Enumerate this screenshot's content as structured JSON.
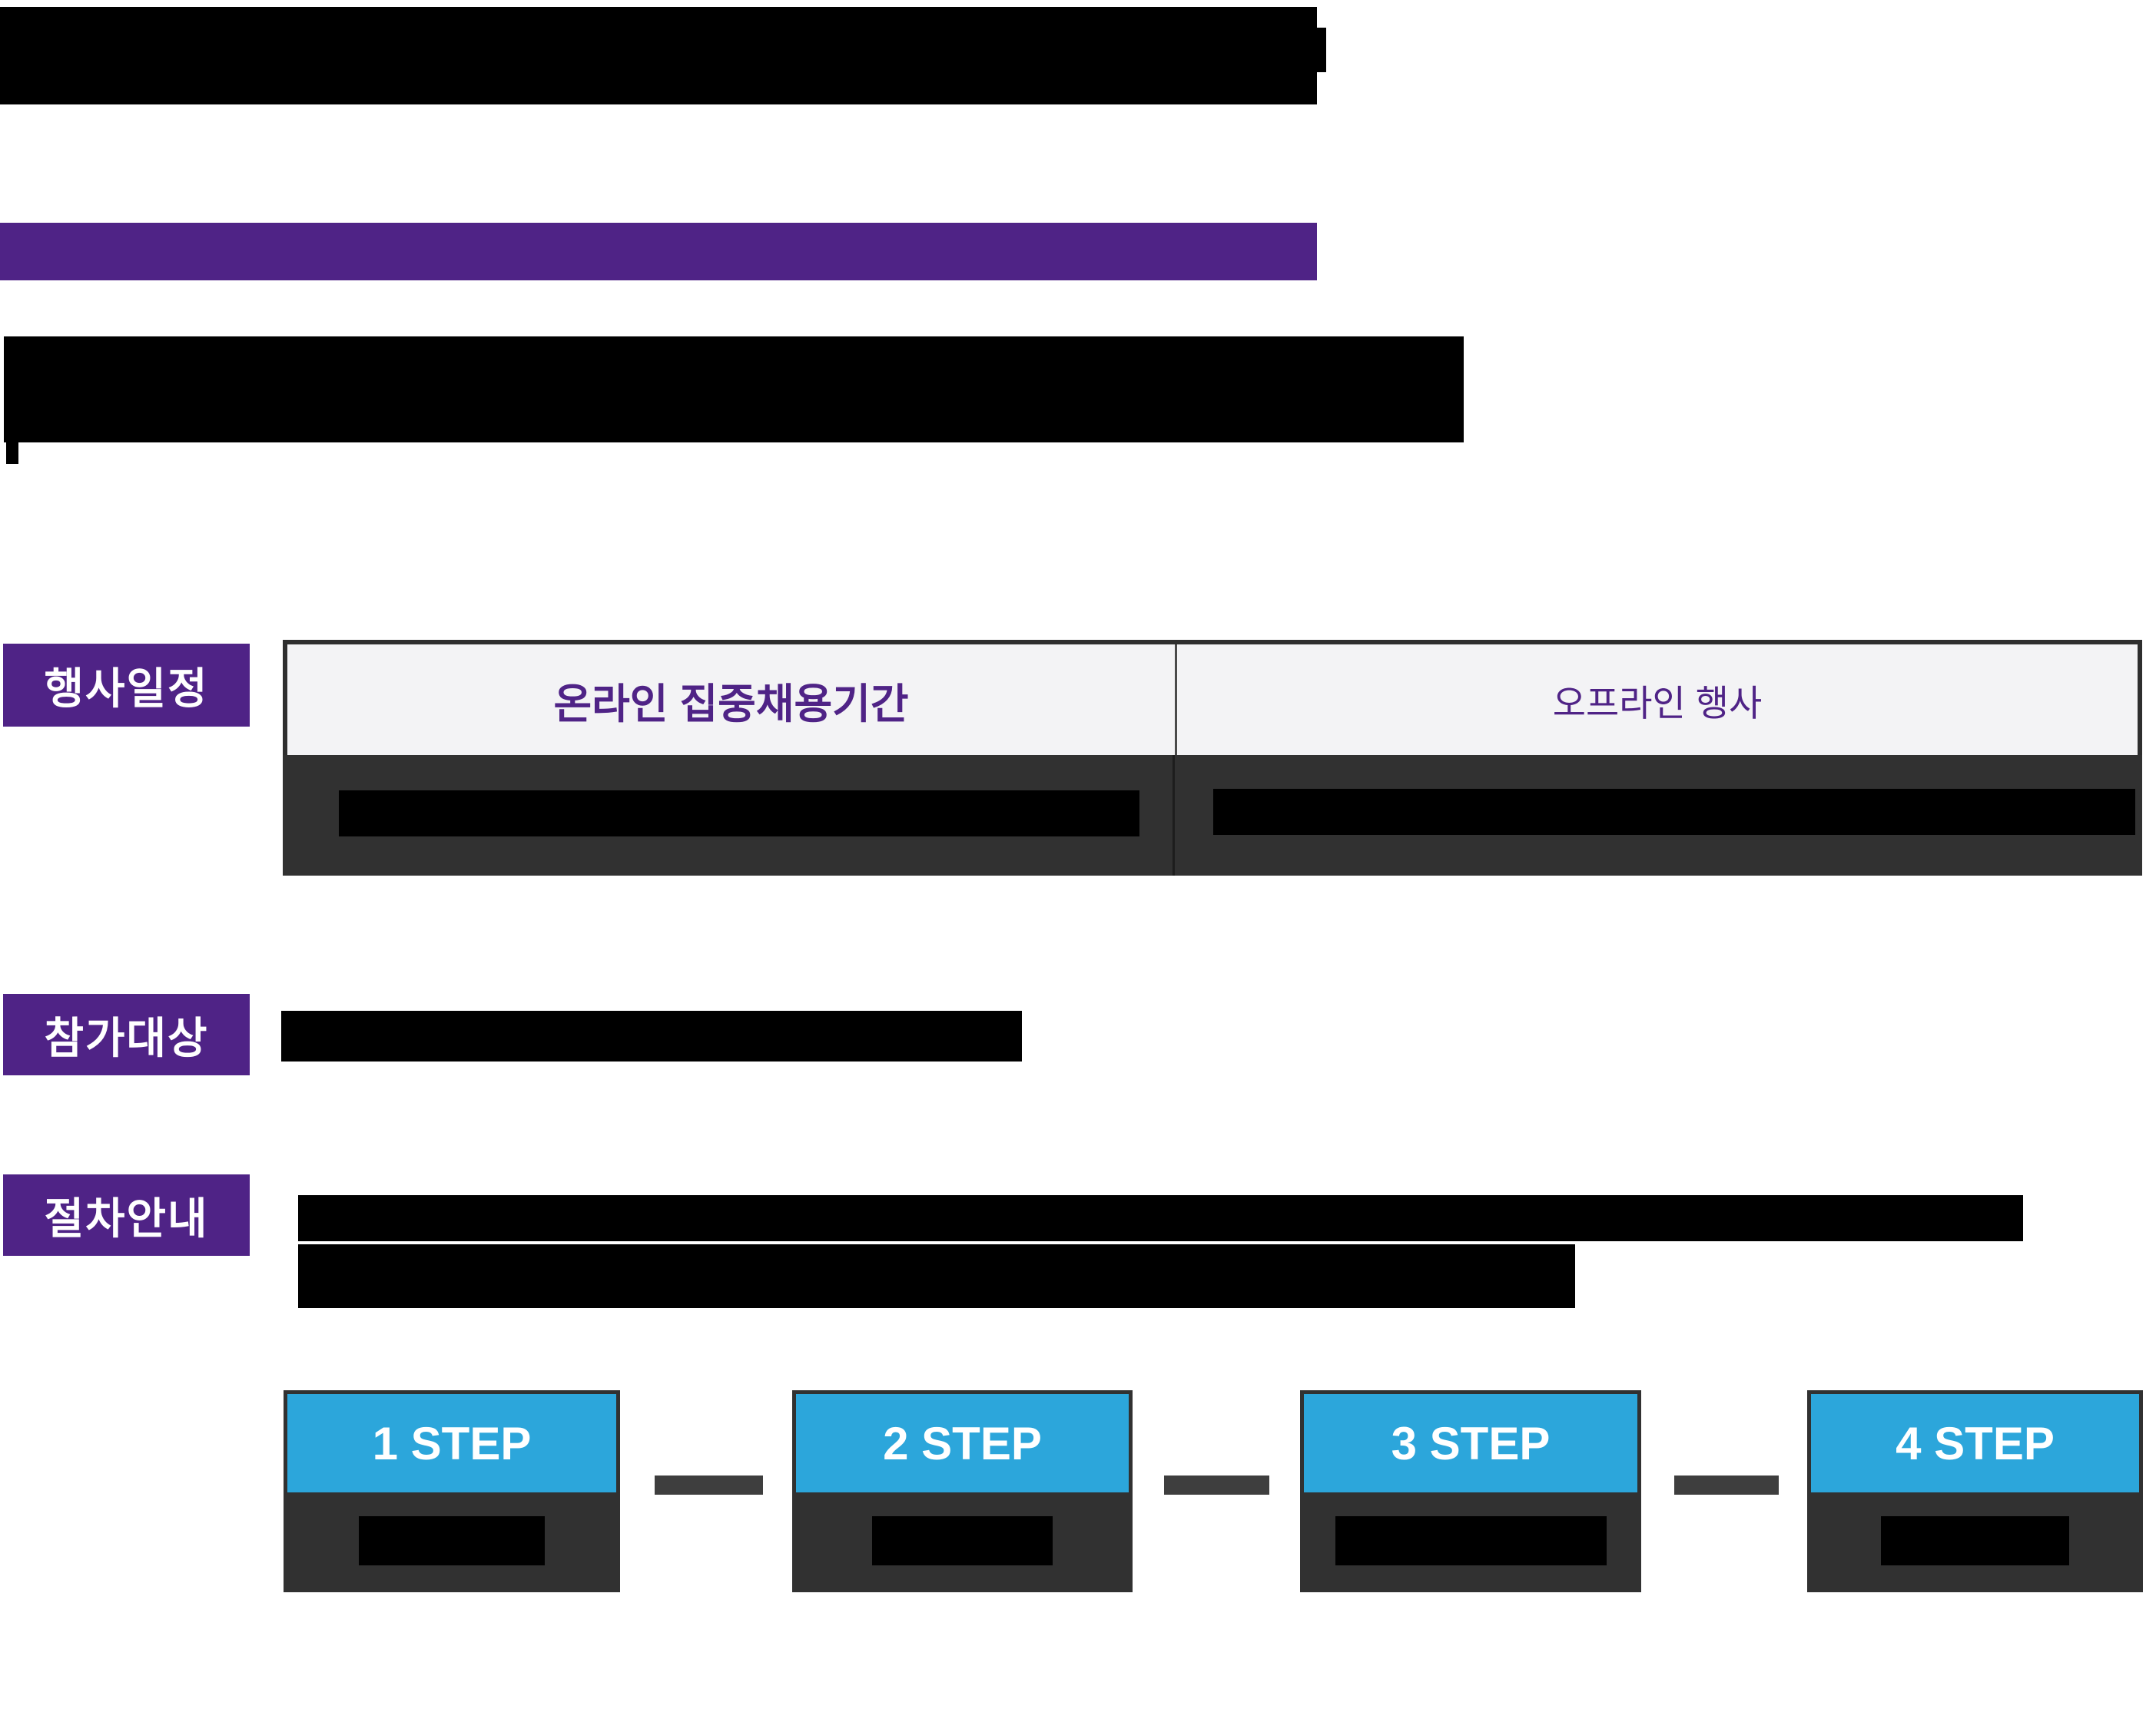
{
  "colors": {
    "background": "#FFFFFF",
    "accent_purple": "#4F2386",
    "step_blue": "#2CA6DB",
    "dark_charcoal": "#313131",
    "table_header_bg": "#F3F3F5",
    "redacted_block": "#000000",
    "connector_gray": "#3E3E3E"
  },
  "schedule": {
    "label": "행사일정",
    "table": {
      "header_left": "온라인 집중채용기간",
      "header_right": "오프라인 행사"
    }
  },
  "target": {
    "label": "참가대상"
  },
  "procedure": {
    "label": "절차안내",
    "steps": [
      {
        "label": "1 STEP"
      },
      {
        "label": "2 STEP"
      },
      {
        "label": "3 STEP"
      },
      {
        "label": "4 STEP"
      }
    ]
  }
}
